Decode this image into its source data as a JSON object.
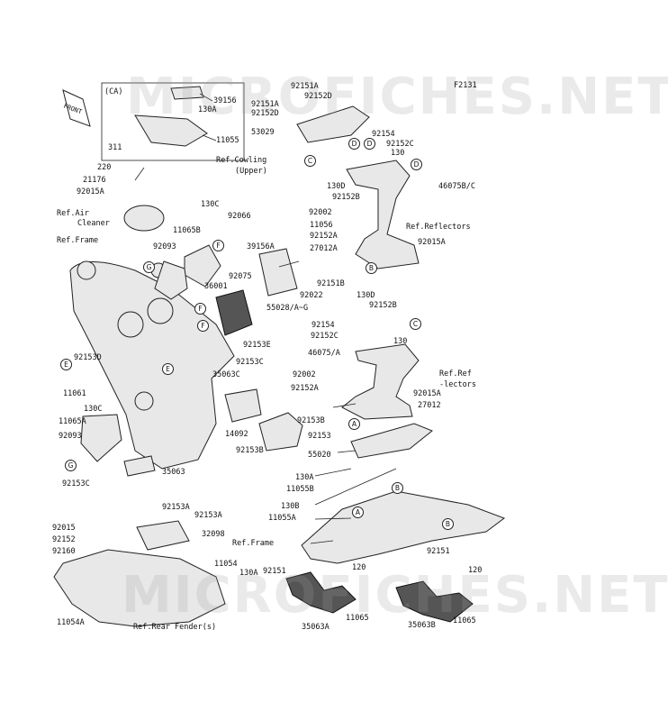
{
  "diagram_code": "F2131",
  "watermarks": [
    "MICROFICHES.NET",
    "MICROFICHES.NET"
  ],
  "front_arrow": "FRONT",
  "ca_label": "(CA)",
  "labels": [
    {
      "id": "39156",
      "text": "39156"
    },
    {
      "id": "130A_ca",
      "text": "130A"
    },
    {
      "id": "11055_ca",
      "text": "11055"
    },
    {
      "id": "311",
      "text": "311"
    },
    {
      "id": "ref_cowling",
      "text": "Ref.Cowling"
    },
    {
      "id": "upper",
      "text": "(Upper)"
    },
    {
      "id": "220",
      "text": "220"
    },
    {
      "id": "21176",
      "text": "21176"
    },
    {
      "id": "92015A_top",
      "text": "92015A"
    },
    {
      "id": "ref_air",
      "text": "Ref.Air"
    },
    {
      "id": "cleaner",
      "text": "Cleaner"
    },
    {
      "id": "ref_frame",
      "text": "Ref.Frame"
    },
    {
      "id": "130C_top",
      "text": "130C"
    },
    {
      "id": "11065B",
      "text": "11065B"
    },
    {
      "id": "92066",
      "text": "92066"
    },
    {
      "id": "92093_top",
      "text": "92093"
    },
    {
      "id": "39156A",
      "text": "39156A"
    },
    {
      "id": "92075",
      "text": "92075"
    },
    {
      "id": "92151B",
      "text": "92151B"
    },
    {
      "id": "92022",
      "text": "92022"
    },
    {
      "id": "36001",
      "text": "36001"
    },
    {
      "id": "55028",
      "text": "55028/A~G"
    },
    {
      "id": "92153E",
      "text": "92153E"
    },
    {
      "id": "92153D",
      "text": "92153D"
    },
    {
      "id": "11061",
      "text": "11061"
    },
    {
      "id": "92153C_mid",
      "text": "92153C"
    },
    {
      "id": "35063C",
      "text": "35063C"
    },
    {
      "id": "130C_left",
      "text": "130C"
    },
    {
      "id": "11065A",
      "text": "11065A"
    },
    {
      "id": "92093_left",
      "text": "92093"
    },
    {
      "id": "14092",
      "text": "14092"
    },
    {
      "id": "92153B_a",
      "text": "92153B"
    },
    {
      "id": "92153B_b",
      "text": "92153B"
    },
    {
      "id": "35063",
      "text": "35063"
    },
    {
      "id": "92153C_left",
      "text": "92153C"
    },
    {
      "id": "92151A_1",
      "text": "92151A"
    },
    {
      "id": "92152D_1",
      "text": "92152D"
    },
    {
      "id": "92151A_2",
      "text": "92151A"
    },
    {
      "id": "92152D_2",
      "text": "92152D"
    },
    {
      "id": "53029",
      "text": "53029"
    },
    {
      "id": "92154_top",
      "text": "92154"
    },
    {
      "id": "92152C_top",
      "text": "92152C"
    },
    {
      "id": "130_top",
      "text": "130"
    },
    {
      "id": "130D_top",
      "text": "130D"
    },
    {
      "id": "92152B_top",
      "text": "92152B"
    },
    {
      "id": "46075BC",
      "text": "46075B/C"
    },
    {
      "id": "92002_top",
      "text": "92002"
    },
    {
      "id": "11056",
      "text": "11056"
    },
    {
      "id": "ref_reflectors",
      "text": "Ref.Reflectors"
    },
    {
      "id": "92152A_top",
      "text": "92152A"
    },
    {
      "id": "27012A",
      "text": "27012A"
    },
    {
      "id": "92015A_mid",
      "text": "92015A"
    },
    {
      "id": "130D_mid",
      "text": "130D"
    },
    {
      "id": "92152B_mid",
      "text": "92152B"
    },
    {
      "id": "92154_mid",
      "text": "92154"
    },
    {
      "id": "92152C_mid",
      "text": "92152C"
    },
    {
      "id": "130_mid",
      "text": "130"
    },
    {
      "id": "46075A",
      "text": "46075/A"
    },
    {
      "id": "ref_ref",
      "text": "Ref.Ref"
    },
    {
      "id": "lectors",
      "text": "-lectors"
    },
    {
      "id": "92002_mid",
      "text": "92002"
    },
    {
      "id": "92152A_mid",
      "text": "92152A"
    },
    {
      "id": "92015A_low",
      "text": "92015A"
    },
    {
      "id": "27012",
      "text": "27012"
    },
    {
      "id": "92153",
      "text": "92153"
    },
    {
      "id": "55020",
      "text": "55020"
    },
    {
      "id": "130A_low",
      "text": "130A"
    },
    {
      "id": "11055B",
      "text": "11055B"
    },
    {
      "id": "130B",
      "text": "130B"
    },
    {
      "id": "11055A",
      "text": "11055A"
    },
    {
      "id": "ref_frame_low",
      "text": "Ref.Frame"
    },
    {
      "id": "92153A_1",
      "text": "92153A"
    },
    {
      "id": "92153A_2",
      "text": "92153A"
    },
    {
      "id": "32098",
      "text": "32098"
    },
    {
      "id": "92015",
      "text": "92015"
    },
    {
      "id": "92152",
      "text": "92152"
    },
    {
      "id": "92160",
      "text": "92160"
    },
    {
      "id": "11054",
      "text": "11054"
    },
    {
      "id": "130A_bot",
      "text": "130A"
    },
    {
      "id": "92151_l",
      "text": "92151"
    },
    {
      "id": "120_l",
      "text": "120"
    },
    {
      "id": "92151_r",
      "text": "92151"
    },
    {
      "id": "120_r",
      "text": "120"
    },
    {
      "id": "11054A",
      "text": "11054A"
    },
    {
      "id": "ref_rear",
      "text": "Ref.Rear Fender(s)"
    },
    {
      "id": "35063A",
      "text": "35063A"
    },
    {
      "id": "11065_l",
      "text": "11065"
    },
    {
      "id": "35063B",
      "text": "35063B"
    },
    {
      "id": "11065_r",
      "text": "11065"
    }
  ],
  "callouts": [
    "C",
    "D",
    "D",
    "D",
    "B",
    "C",
    "A",
    "B",
    "A",
    "B",
    "F",
    "F",
    "F",
    "G",
    "G",
    "E",
    "E"
  ]
}
